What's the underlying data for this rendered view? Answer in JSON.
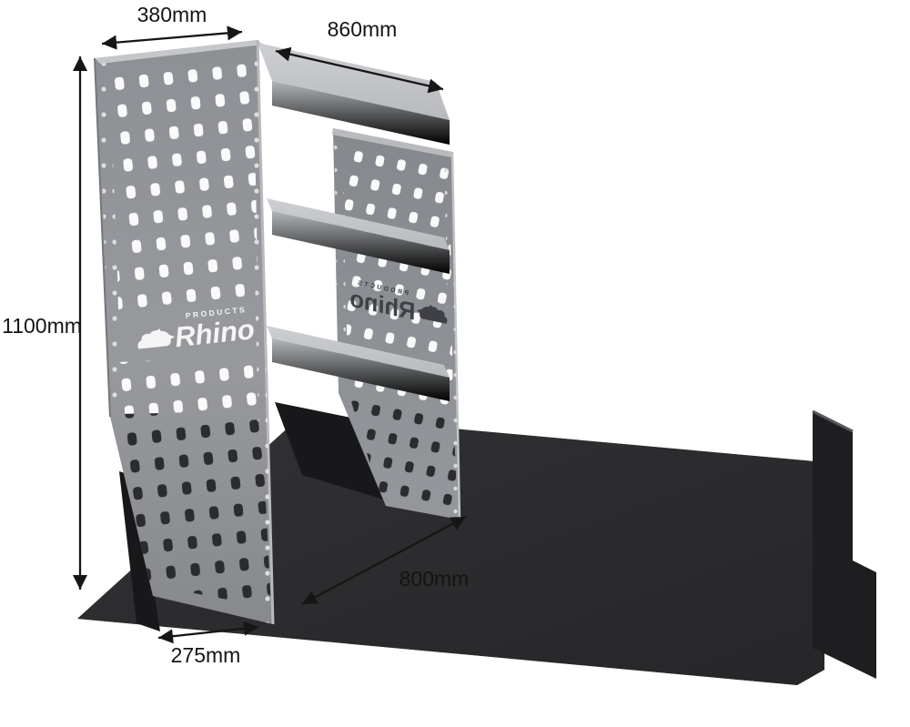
{
  "diagram": {
    "dimensions": {
      "depth": "380mm",
      "length": "860mm",
      "height": "1100mm",
      "floor_depth": "800mm",
      "base_width": "275mm"
    },
    "brand": {
      "name": "Rhino",
      "sub": "PRODUCTS"
    },
    "colors": {
      "floor": "#2b2b2e",
      "wall": "#1e1e20",
      "shadow": "#18181a",
      "hole_light": "#fafafa",
      "hole_dark": "#2b2c2e",
      "dimension_text": "#141414"
    }
  }
}
